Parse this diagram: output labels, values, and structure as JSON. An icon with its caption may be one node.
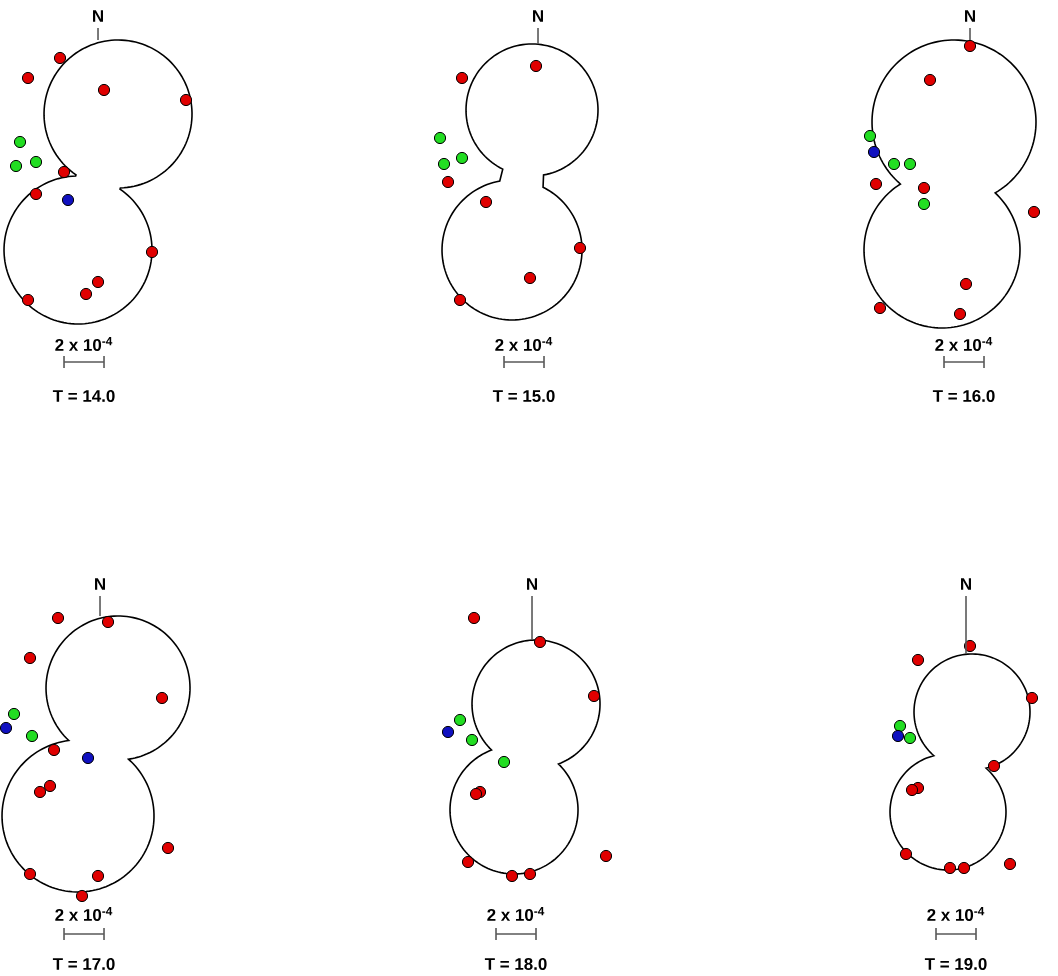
{
  "diagram": {
    "labels": [
      "N",
      "2 x 10$^{-4}$",
      "T = 14.0",
      "N",
      "2 x 10$^{-4}$",
      "T = 15.0",
      "N",
      "2 x 10$^{-4}$",
      "T = 16.0",
      "N",
      "2 x 10$^{-4}$",
      "T = 17.0",
      "N",
      "2 x 10$^{-4}$",
      "T = 18.0",
      "N",
      "2 x 10$^{-4}$",
      "T = 19.0"
    ]
  }
}
